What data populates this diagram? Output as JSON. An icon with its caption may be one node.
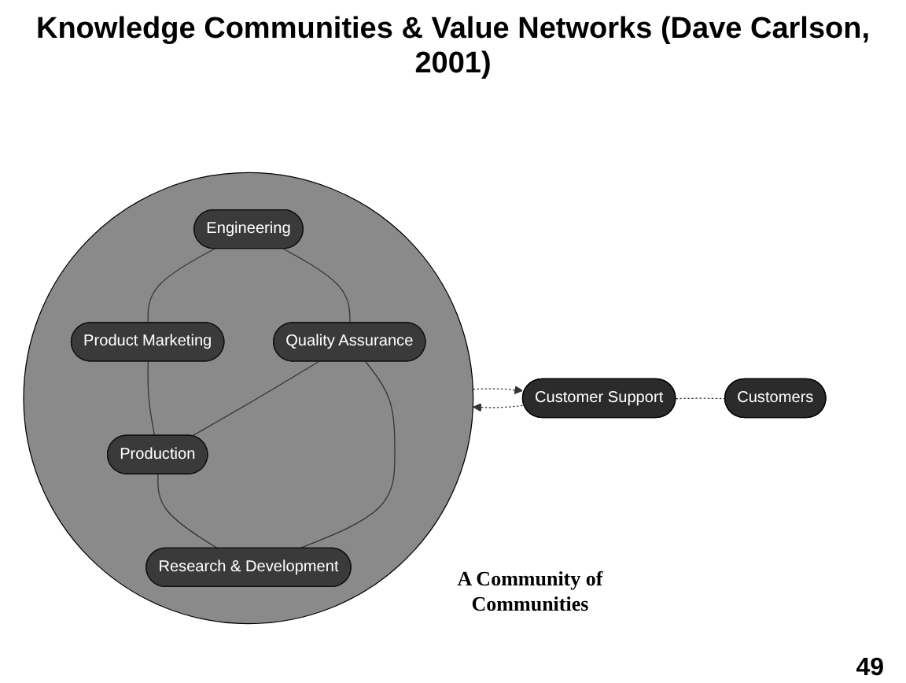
{
  "diagram": {
    "title": "Knowledge Communities & Value Networks (Dave Carlson, 2001)",
    "nodes": [
      {
        "text": [],
        "shape": "circle",
        "beside": [
          "A Community of Communities"
        ]
      },
      {
        "text": [
          "Engineering"
        ],
        "in": 0
      },
      {
        "text": [
          "Product Marketing"
        ],
        "in": 0
      },
      {
        "text": [
          "Quality Assurance"
        ],
        "in": 0
      },
      {
        "text": [
          "Production"
        ],
        "in": 0
      },
      {
        "text": [
          "Research & Development"
        ],
        "in": 0
      },
      {
        "text": [
          "Customer Support"
        ]
      },
      {
        "text": [
          "Customers"
        ]
      }
    ],
    "edges": [
      {
        "from": 1,
        "to": 2,
        "arrow": "none"
      },
      {
        "from": 1,
        "to": 3,
        "arrow": "none"
      },
      {
        "from": 2,
        "to": 4,
        "arrow": "none"
      },
      {
        "from": 3,
        "to": 4,
        "arrow": "none"
      },
      {
        "from": 3,
        "to": 5,
        "arrow": "none"
      },
      {
        "from": 4,
        "to": 5,
        "arrow": "none"
      },
      {
        "from": 0,
        "to": 6,
        "arrow": "to",
        "style": "dashed"
      },
      {
        "from": 6,
        "to": 0,
        "arrow": "to",
        "style": "dashed"
      },
      {
        "from": 6,
        "to": 7,
        "arrow": "none",
        "style": "dashed"
      }
    ],
    "labels": [
      "49"
    ]
  }
}
